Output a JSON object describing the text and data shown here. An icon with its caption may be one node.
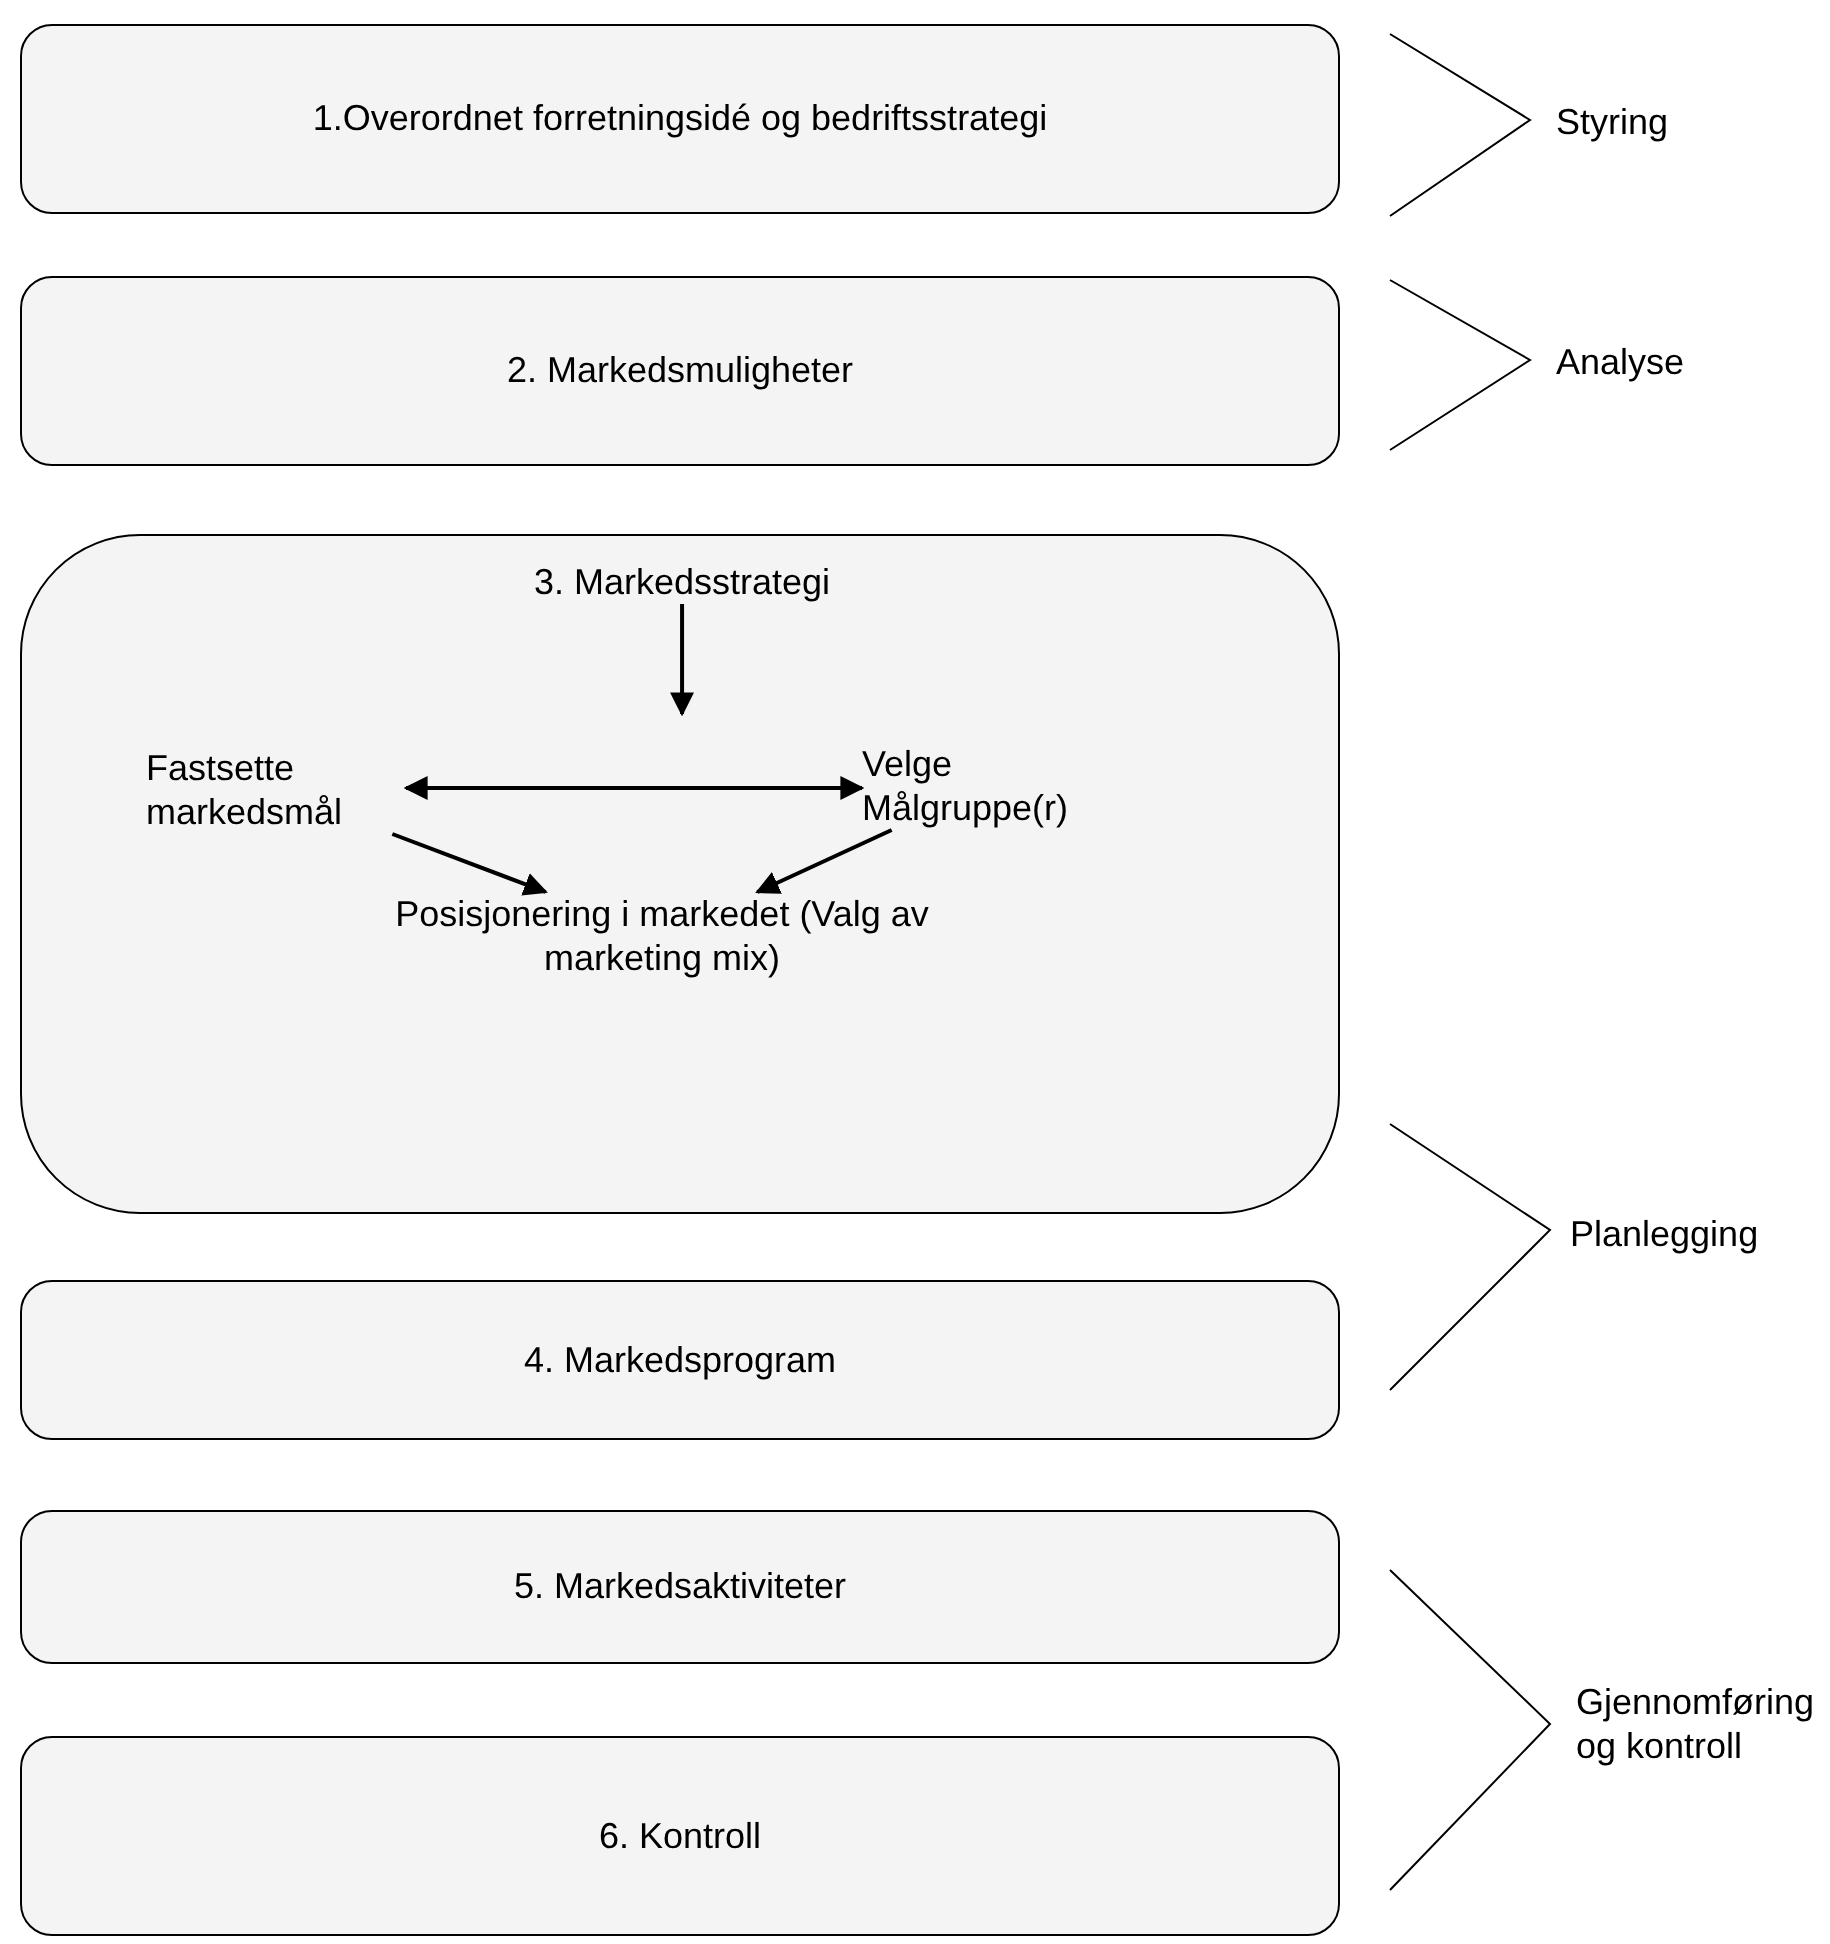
{
  "diagram": {
    "nodes": [
      {
        "text": [
          "1.Overordnet forretningsidé og bedriftsstrategi"
        ]
      },
      {
        "text": [
          "2. Markedsmuligheter"
        ]
      },
      {
        "text": [],
        "shape": "box"
      },
      {
        "text": [
          "3. Markedsstrategi"
        ],
        "in": 2
      },
      {
        "text": [
          "Fastsette markedsmål"
        ],
        "in": 2
      },
      {
        "text": [
          "Velge Målgruppe(r)"
        ],
        "in": 2
      },
      {
        "text": [
          "Posisjonering i markedet (Valg av marketing mix)"
        ],
        "in": 2
      },
      {
        "text": [
          "4. Markedsprogram"
        ]
      },
      {
        "text": [
          "5. Markedsaktiviteter"
        ]
      },
      {
        "text": [
          "6. Kontroll"
        ]
      }
    ],
    "edges": [
      {
        "from": 3,
        "to": null,
        "arrow": "to"
      },
      {
        "from": 4,
        "to": 5,
        "arrow": "both"
      },
      {
        "from": 4,
        "to": 6,
        "arrow": "to"
      },
      {
        "from": 5,
        "to": 6,
        "arrow": "to"
      }
    ],
    "labels": [
      "Styring",
      "Analyse",
      "Planlegging",
      "Gjennomføring og kontroll"
    ]
  }
}
